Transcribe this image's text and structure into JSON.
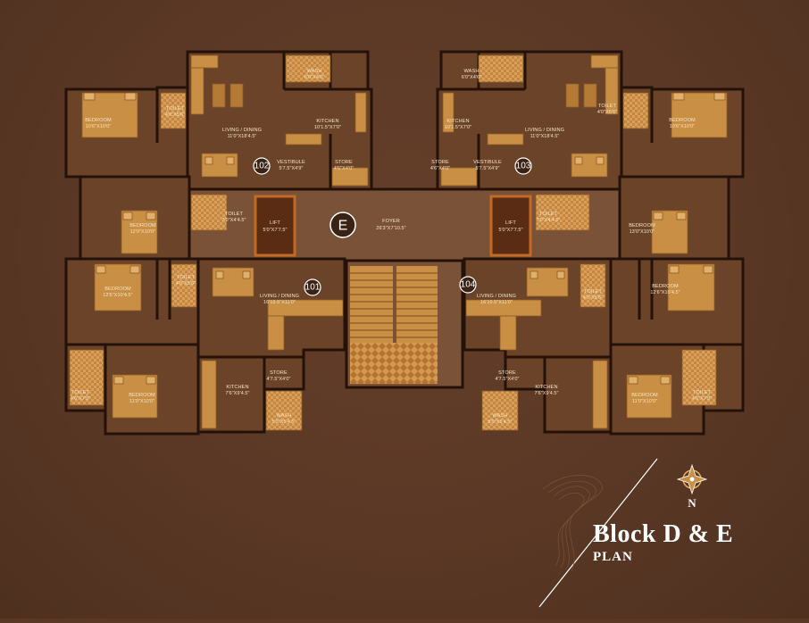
{
  "title": {
    "main": "Block D & E",
    "sub": "PLAN"
  },
  "compass": {
    "north_label": "N"
  },
  "core": {
    "block_marker": "E",
    "foyer": {
      "name": "FOYER",
      "dim": "26'3\"X7'10.5\""
    },
    "lift_left": {
      "name": "LIFT",
      "dim": "5'0\"X7'7.5\""
    },
    "lift_right": {
      "name": "LIFT",
      "dim": "5'0\"X7'7.5\""
    }
  },
  "units": {
    "u102": {
      "number": "102",
      "bedroom1": {
        "name": "BEDROOM",
        "dim": "10'6\"X10'0\""
      },
      "toilet1": {
        "name": "TOILET",
        "dim": "4'0\"X5'6\""
      },
      "living": {
        "name": "LIVING / DINING",
        "dim": "11'0\"X18'4.5\""
      },
      "wash": {
        "name": "WASH",
        "dim": "6'0\"X4'6\""
      },
      "kitchen": {
        "name": "KITCHEN",
        "dim": "10'1.5\"X7'0\""
      },
      "vestibule": {
        "name": "VESTIBULE",
        "dim": "5'7.5\"X4'9\""
      },
      "store": {
        "name": "STORE",
        "dim": "4'6\"X4'0\""
      },
      "bedroom2": {
        "name": "BEDROOM",
        "dim": "12'0\"X10'0\""
      },
      "toilet2": {
        "name": "TOILET",
        "dim": "7'0\"X4'4.5\""
      }
    },
    "u103": {
      "number": "103",
      "bedroom1": {
        "name": "BEDROOM",
        "dim": "10'6\"X10'0\""
      },
      "toilet1": {
        "name": "TOILET",
        "dim": "4'0\"X5'6\""
      },
      "living": {
        "name": "LIVING / DINING",
        "dim": "11'0\"X18'4.5\""
      },
      "wash": {
        "name": "WASH",
        "dim": "6'0\"X4'6\""
      },
      "kitchen": {
        "name": "KITCHEN",
        "dim": "10'1.5\"X7'0\""
      },
      "vestibule": {
        "name": "VESTIBULE",
        "dim": "5'7.5\"X4'9\""
      },
      "store": {
        "name": "STORE",
        "dim": "4'6\"X4'0\""
      },
      "bedroom2": {
        "name": "BEDROOM",
        "dim": "13'0\"X10'0\""
      },
      "toilet2": {
        "name": "TOILET",
        "dim": "7'0\"X4'4.5\""
      }
    },
    "u101": {
      "number": "101",
      "bedroom1": {
        "name": "BEDROOM",
        "dim": "12'6\"X10'4.5\""
      },
      "toilet1": {
        "name": "TOILET",
        "dim": "4'0\"X5'6\""
      },
      "living": {
        "name": "LIVING / DINING",
        "dim": "16'10.5\"X11'0\""
      },
      "kitchen": {
        "name": "KITCHEN",
        "dim": "7'6\"X9'4.5\""
      },
      "store": {
        "name": "STORE",
        "dim": "4'7.5\"X4'0\""
      },
      "wash": {
        "name": "WASH",
        "dim": "5'0\"X5'4.5\""
      },
      "toilet2": {
        "name": "TOILET",
        "dim": "4'6\"X7'0\""
      },
      "bedroom2": {
        "name": "BEDROOM",
        "dim": "11'0\"X10'0\""
      }
    },
    "u104": {
      "number": "104",
      "living": {
        "name": "LIVING / DINING",
        "dim": "16'10.5\"X11'0\""
      },
      "toilet1": {
        "name": "TOILET",
        "dim": "4'0\"X5'6\""
      },
      "bedroom1": {
        "name": "BEDROOM",
        "dim": "12'6\"X10'4.5\""
      },
      "store": {
        "name": "STORE",
        "dim": "4'7.5\"X4'0\""
      },
      "kitchen": {
        "name": "KITCHEN",
        "dim": "7'6\"X9'4.5\""
      },
      "wash": {
        "name": "WASH",
        "dim": "5'0\"X5'4.5\""
      },
      "bedroom2": {
        "name": "BEDROOM",
        "dim": "11'0\"X10'0\""
      },
      "toilet2": {
        "name": "TOILET",
        "dim": "4'6\"X7'0\""
      }
    }
  },
  "colors": {
    "background": "#5a3825",
    "wall": "#241208",
    "floor": "#6b4328",
    "corridor": "#7a5238",
    "furniture": "#c98f44",
    "tile": "#d9a055",
    "lift": "#c46a24"
  }
}
